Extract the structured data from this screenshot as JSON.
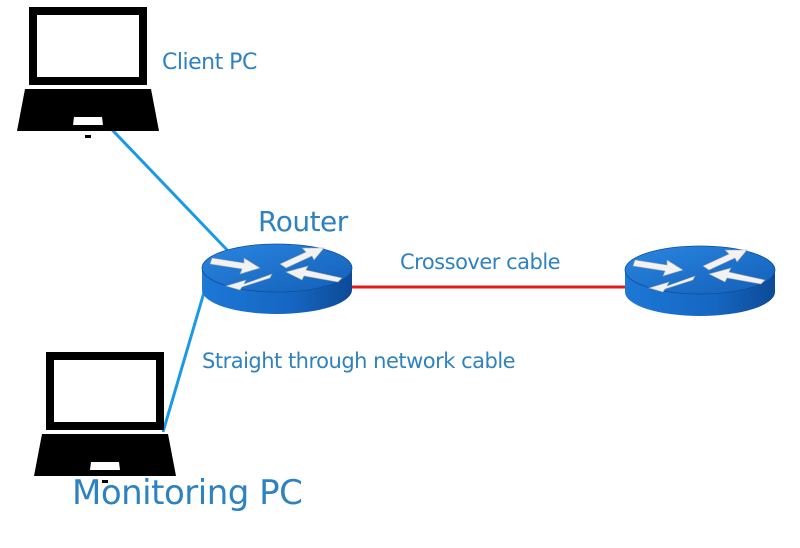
{
  "diagram": {
    "nodes": {
      "client_pc": {
        "label": "Client PC",
        "icon": "laptop-icon"
      },
      "monitoring_pc": {
        "label": "Monitoring PC",
        "icon": "laptop-icon"
      },
      "router": {
        "label": "Router",
        "icon": "router-icon"
      },
      "remote_router": {
        "label": "",
        "icon": "router-icon"
      }
    },
    "links": [
      {
        "from": "client_pc",
        "to": "router",
        "type": "straight-through",
        "color": "#1a9ae6"
      },
      {
        "from": "monitoring_pc",
        "to": "router",
        "type": "straight-through",
        "color": "#1a9ae6"
      },
      {
        "from": "router",
        "to": "remote_router",
        "type": "crossover",
        "color": "#e51b1b"
      }
    ],
    "cable_labels": {
      "crossover": "Crossover cable",
      "straight_through": "Straight through network cable"
    },
    "colors": {
      "label_text": "#2e82bf",
      "router_blue": "#1a6fc9",
      "straight_cable": "#1a9ae6",
      "crossover_cable": "#e51b1b"
    }
  }
}
